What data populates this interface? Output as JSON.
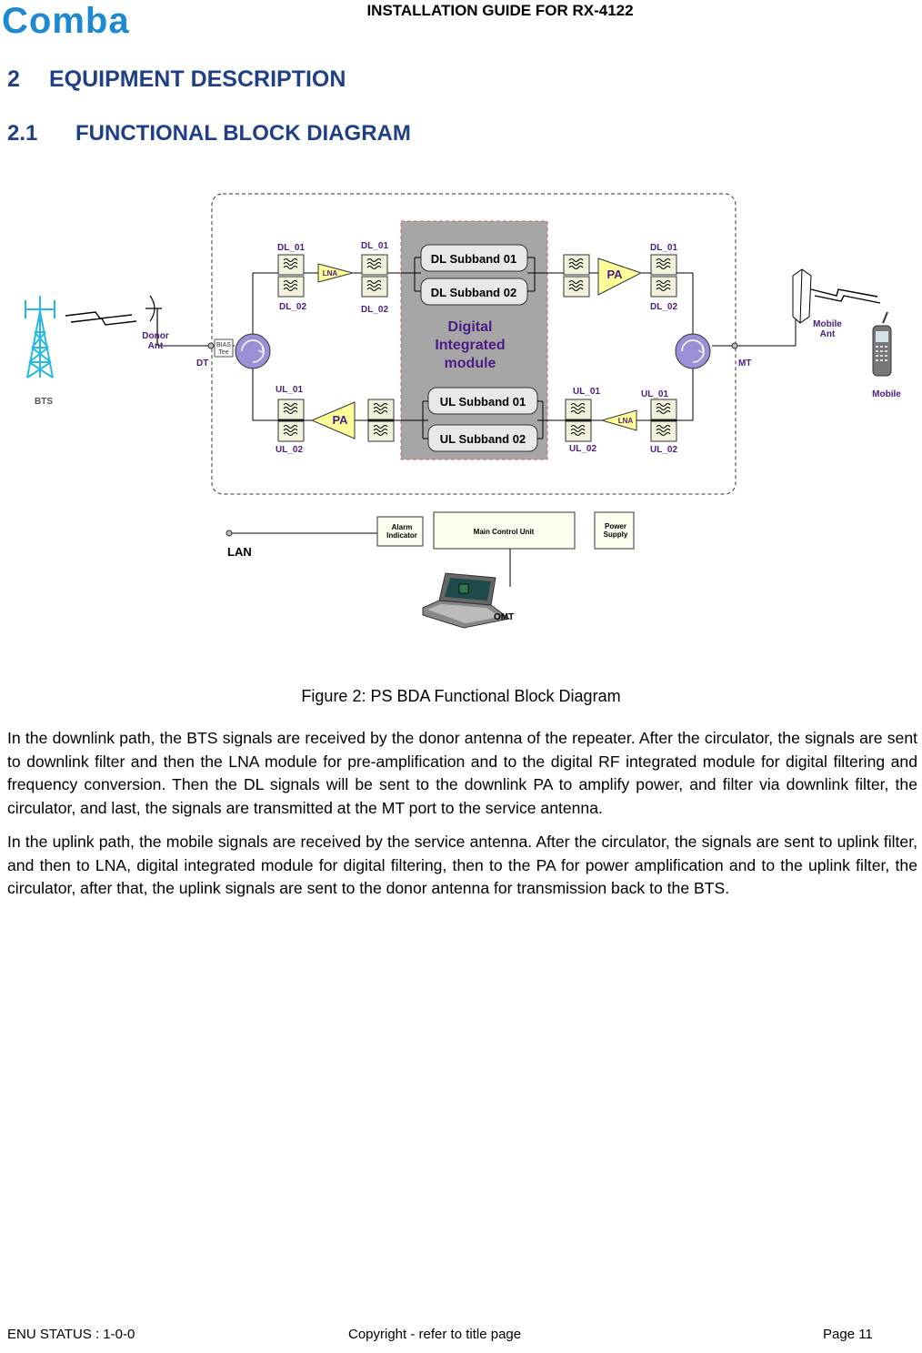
{
  "header": {
    "logo_text": "Comba",
    "title": "INSTALLATION GUIDE FOR RX-4122"
  },
  "section": {
    "number": "2",
    "title": "EQUIPMENT DESCRIPTION"
  },
  "subsection": {
    "number": "2.1",
    "title": "FUNCTIONAL BLOCK DIAGRAM"
  },
  "diagram": {
    "bts": "BTS",
    "donor_ant": [
      "Donor",
      "Ant"
    ],
    "dt": "DT",
    "bias_tee": [
      "BIAS",
      "Tee"
    ],
    "mt": "MT",
    "mobile_ant": [
      "Mobile",
      "Ant"
    ],
    "mobile": "Mobile",
    "dl_01": "DL_01",
    "dl_02": "DL_02",
    "ul_01": "UL_01",
    "ul_02": "UL_02",
    "lna": "LNA",
    "pa": "PA",
    "dl_subband_01": "DL Subband 01",
    "dl_subband_02": "DL Subband 02",
    "ul_subband_01": "UL Subband 01",
    "ul_subband_02": "UL Subband 02",
    "digital_module": [
      "Digital",
      "Integrated",
      "module"
    ],
    "lan": "LAN",
    "alarm_indicator": [
      "Alarm",
      "Indicator"
    ],
    "main_control_unit": "Main Control Unit",
    "power_supply": [
      "Power",
      "Supply"
    ],
    "omt": "OMT"
  },
  "caption": "Figure 2: PS BDA Functional Block Diagram",
  "paragraphs": [
    "In the downlink path, the BTS signals are received by the donor antenna of the repeater. After the circulator, the signals are sent to downlink filter and then the LNA module for pre-amplification and to the digital RF integrated module for digital filtering and frequency conversion. Then the DL signals will be sent to the downlink PA to amplify power, and filter via downlink filter, the circulator, and last, the signals are transmitted at the MT port to the service antenna.",
    "In the uplink path, the mobile signals are received by the service antenna. After the circulator, the signals are sent to uplink filter, and then to LNA, digital integrated module for digital filtering, then to the PA for power amplification and to the uplink filter, the circulator, after that, the uplink signals are sent to the donor antenna for transmission back to the BTS."
  ],
  "footer": {
    "left": "ENU STATUS : 1-0-0",
    "center": "Copyright - refer to title page",
    "right": "Page 11"
  },
  "colors": {
    "heading": "#1f3f86",
    "label": "#4b1b86",
    "filter_fill": "#f2f2dc",
    "amp_fill": "#ffff99",
    "module_fill": "#a6a6a6",
    "circulator_fill": "#9b8fd6",
    "tower": "#27b9e6",
    "logo": "#1e88d0"
  }
}
